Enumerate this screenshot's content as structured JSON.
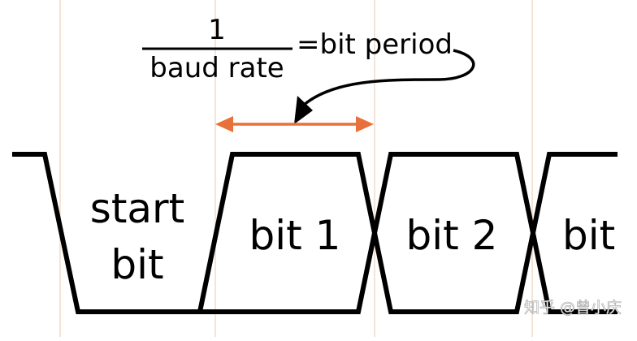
{
  "formula": {
    "numerator": "1",
    "denominator": "baud rate",
    "result": "=bit period"
  },
  "segments": {
    "start": [
      "start",
      "bit"
    ],
    "bit1": "bit 1",
    "bit2": "bit 2",
    "bit3": "bit"
  },
  "watermark": "知乎 @曾小庆",
  "colors": {
    "arrow": "#e8713b",
    "wave": "#000000",
    "guide": "#f1dcc9"
  }
}
